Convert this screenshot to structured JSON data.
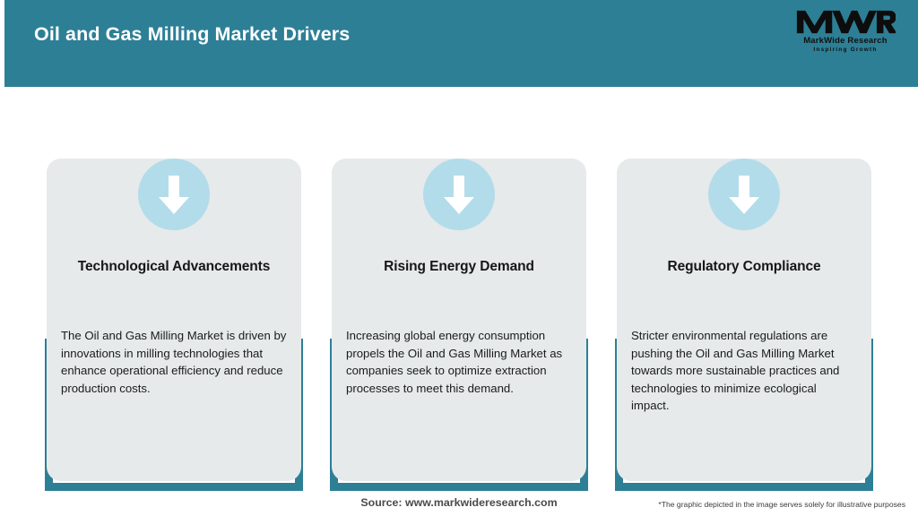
{
  "header": {
    "title": "Oil and Gas Milling Market Drivers",
    "background_color": "#2d7f96",
    "title_color": "#ffffff"
  },
  "logo": {
    "mark": "MWR",
    "name": "MarkWide Research",
    "tagline": "Inspiring Growth"
  },
  "theme": {
    "accent_teal": "#2d7f96",
    "icon_circle_blue": "#b3dcea",
    "card_gray": "#e6eaeb",
    "page_background": "#ffffff"
  },
  "cards": [
    {
      "icon": "arrow-down-icon",
      "title": "Technological Advancements",
      "body": "The Oil and Gas Milling Market is driven by innovations in milling technologies that enhance operational efficiency and reduce production costs."
    },
    {
      "icon": "arrow-down-icon",
      "title": "Rising Energy Demand",
      "body": "Increasing global energy consumption propels the Oil and Gas Milling Market as companies seek to optimize extraction processes to meet this demand."
    },
    {
      "icon": "arrow-down-icon",
      "title": "Regulatory Compliance",
      "body": "Stricter environmental regulations are pushing the Oil and Gas Milling Market towards more sustainable practices and technologies to minimize ecological impact."
    }
  ],
  "footer": {
    "source": "Source: www.markwideresearch.com",
    "disclaimer": "*The graphic depicted in the image serves solely for illustrative purposes"
  }
}
